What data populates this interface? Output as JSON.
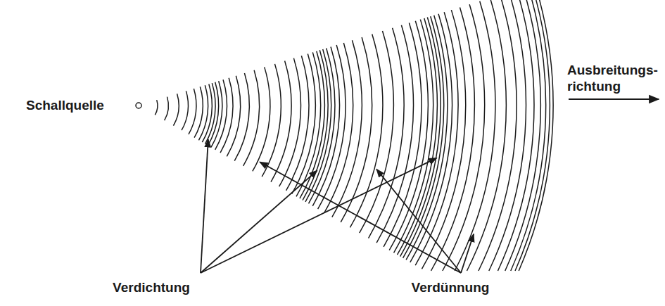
{
  "diagram": {
    "labels": [
      "Schallquelle",
      "Ausbreitungs- richtung",
      "Verdichtung",
      "Verdünnung"
    ]
  }
}
